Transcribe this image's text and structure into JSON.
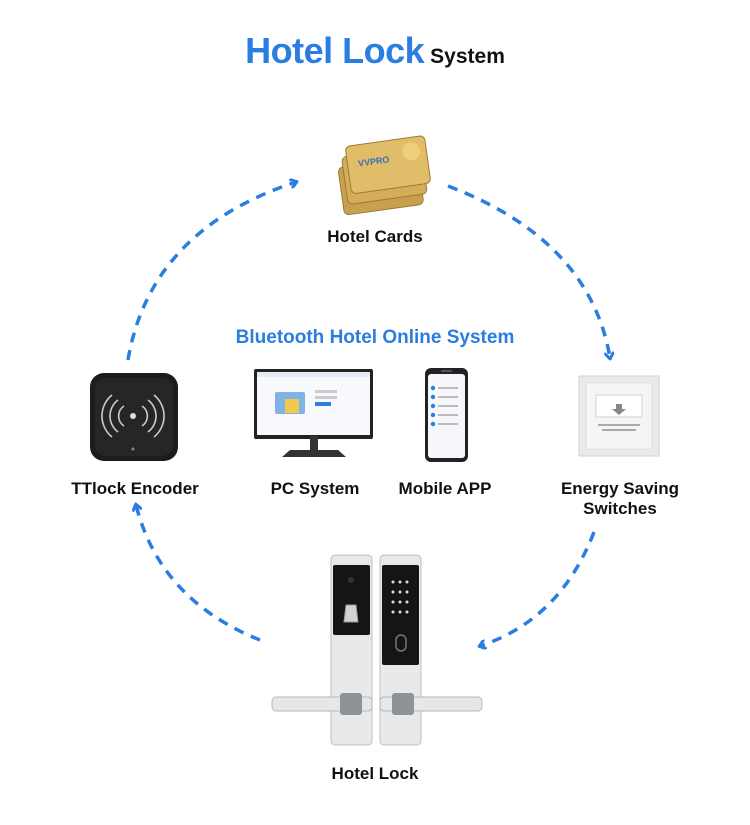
{
  "title": {
    "main": "Hotel Lock",
    "suffix": "System"
  },
  "center_heading": "Bluetooth Hotel Online System",
  "nodes": {
    "cards": {
      "label": "Hotel Cards",
      "card_brand": "VVPRO"
    },
    "encoder": {
      "label": "TTlock Encoder"
    },
    "pc": {
      "label": "PC System"
    },
    "mobile": {
      "label": "Mobile APP"
    },
    "energy": {
      "label": "Energy Saving Switches",
      "line1": "Energy Saving",
      "line2": "Switches"
    },
    "lock": {
      "label": "Hotel Lock"
    }
  },
  "colors": {
    "accent": "#2a7de1",
    "arrow": "#2a7de1",
    "card_gold": "#d9b15a"
  },
  "flow": [
    "encoder-to-cards",
    "cards-to-energy",
    "energy-to-lock",
    "lock-to-encoder"
  ]
}
